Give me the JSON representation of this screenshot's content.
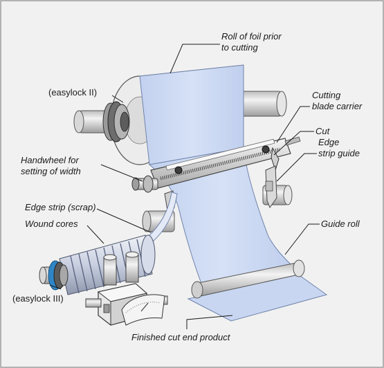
{
  "colors": {
    "panel": "#f1f1f1",
    "frame": "#9a9a9a",
    "foil": "#cfdcf5",
    "foil_edge": "#6f83aa",
    "metal": "#d8d8d8",
    "metal_dark": "#8c8c8c",
    "accent_blue": "#2f86c6"
  },
  "labels": {
    "roll_of_foil_line1": "Roll of foil prior",
    "roll_of_foil_line2": "to cutting",
    "easylock_ii": "(easylock II)",
    "cutting_blade_line1": "Cutting",
    "cutting_blade_line2": "blade carrier",
    "cut": "Cut",
    "edge_strip_guide_line1": "Edge",
    "edge_strip_guide_line2": "strip guide",
    "handwheel_line1": "Handwheel for",
    "handwheel_line2": "setting of width",
    "edge_strip_scrap": "Edge strip (scrap)",
    "wound_cores": "Wound cores",
    "guide_roll": "Guide roll",
    "easylock_iii": "(easylock III)",
    "finished_product": "Finished cut end product"
  }
}
